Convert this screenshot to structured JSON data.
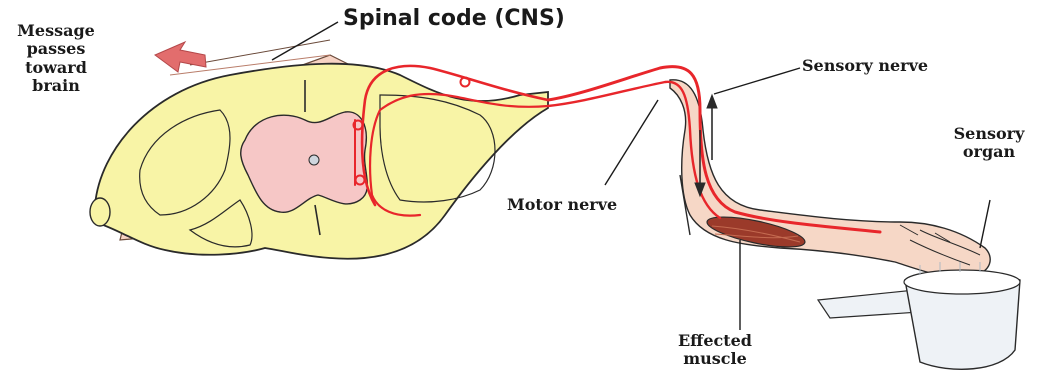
{
  "labels": {
    "spinal_cord": "Spinal code (CNS)",
    "message_line1": "Message",
    "message_line2": "passes",
    "message_line3": "toward",
    "message_line4": "brain",
    "sensory_nerve": "Sensory nerve",
    "sensory_organ_line1": "Sensory",
    "sensory_organ_line2": "organ",
    "motor_nerve": "Motor nerve",
    "effected_muscle_line1": "Effected",
    "effected_muscle_line2": "muscle"
  },
  "colors": {
    "nerve": "#e8262b",
    "spinal_white_matter": "#f8f4a6",
    "spinal_grey_matter": "#f6c7c6",
    "outline": "#2a2a2a",
    "arrow": "#e26d6d",
    "arm": "#f6d7c6",
    "muscle": "#9b3a2a",
    "pot": "#eef2f6"
  }
}
